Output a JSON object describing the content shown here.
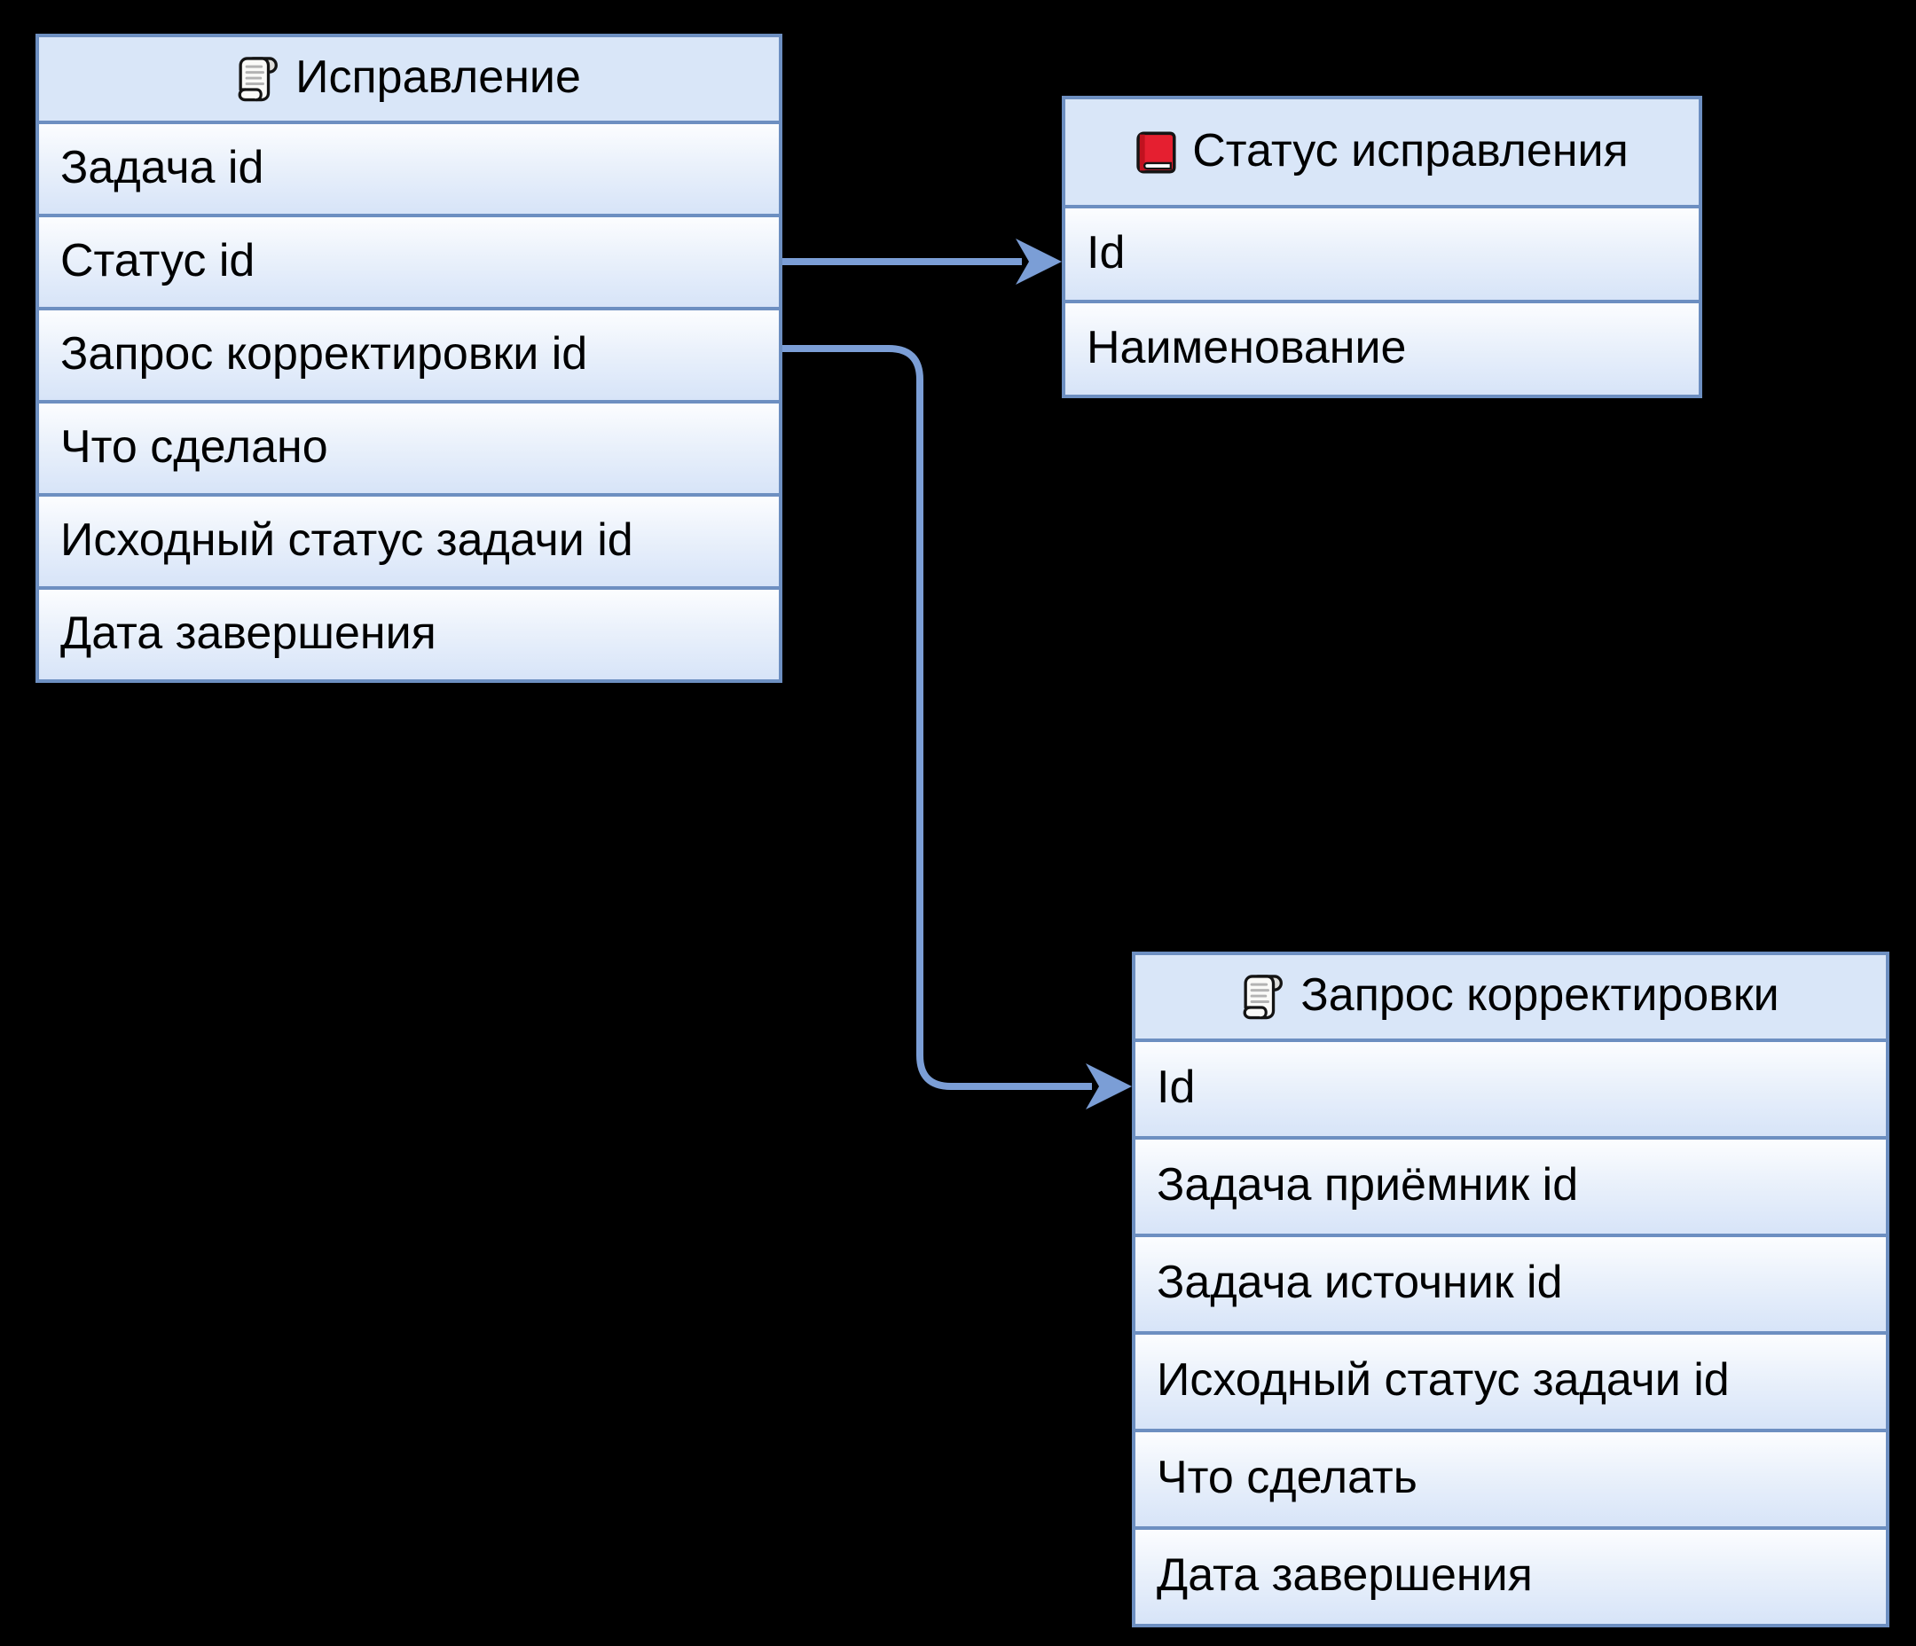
{
  "page": {
    "background": "#000000"
  },
  "colors": {
    "table_border": "#6d8fc1",
    "header_fill": "#d9e6f8",
    "row_gradient_top": "#fcfdff",
    "row_gradient_bottom": "#d7e4f8",
    "connector": "#7b9ed6",
    "text": "#000000",
    "book_icon_red": "#e51f30",
    "book_icon_dark_red": "#c1121f"
  },
  "entities": [
    {
      "id": "ispravlenie",
      "title": "Исправление",
      "icon": "scroll-icon",
      "fields": [
        "Задача id",
        "Статус id",
        "Запрос корректировки id",
        "Что сделано",
        "Исходный статус задачи id",
        "Дата завершения"
      ]
    },
    {
      "id": "status-ispravleniya",
      "title": "Статус исправления",
      "icon": "book-icon",
      "fields": [
        "Id",
        "Наименование"
      ]
    },
    {
      "id": "zapros-korrektirovki",
      "title": "Запрос корректировки",
      "icon": "scroll-icon",
      "fields": [
        "Id",
        "Задача приёмник id",
        "Задача источник id",
        "Исходный статус задачи id",
        "Что сделать",
        "Дата завершения"
      ]
    }
  ],
  "relations": [
    {
      "from": "Исправление.Статус id",
      "to": "Статус исправления.Id"
    },
    {
      "from": "Исправление.Запрос корректировки id",
      "to": "Запрос корректировки.Id"
    }
  ]
}
